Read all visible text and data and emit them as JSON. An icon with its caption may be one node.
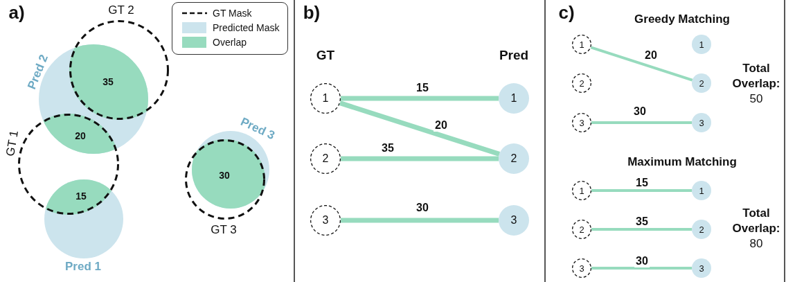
{
  "diagram": {
    "nodes": [
      {
        "text": [
          "GT 2"
        ]
      },
      {
        "text": [
          "Pred 2"
        ]
      },
      {
        "text": [
          "GT 1"
        ]
      },
      {
        "text": [
          "Pred 3"
        ]
      },
      {
        "text": [
          "GT 3"
        ]
      },
      {
        "text": [
          "Pred 1"
        ]
      },
      {
        "text": [
          "1"
        ]
      },
      {
        "text": [
          "1"
        ]
      },
      {
        "text": [
          "2"
        ]
      },
      {
        "text": [
          "2"
        ]
      },
      {
        "text": [
          "3"
        ]
      },
      {
        "text": [
          "3"
        ]
      },
      {
        "text": [
          "1"
        ]
      },
      {
        "text": [
          "1"
        ]
      },
      {
        "text": [
          "2"
        ]
      },
      {
        "text": [
          "2"
        ]
      },
      {
        "text": [
          "3"
        ]
      },
      {
        "text": [
          "3"
        ]
      },
      {
        "text": [
          "1"
        ]
      },
      {
        "text": [
          "1"
        ]
      },
      {
        "text": [
          "2"
        ]
      },
      {
        "text": [
          "2"
        ]
      },
      {
        "text": [
          "3"
        ]
      },
      {
        "text": [
          "3"
        ]
      }
    ],
    "edges": [
      {
        "from": 6,
        "to": 7,
        "arrow": "none",
        "label": "15"
      },
      {
        "from": 6,
        "to": 9,
        "arrow": "none",
        "label": "20"
      },
      {
        "from": 8,
        "to": 9,
        "arrow": "none",
        "label": "35"
      },
      {
        "from": 10,
        "to": 11,
        "arrow": "none",
        "label": "30"
      },
      {
        "from": 12,
        "to": 15,
        "arrow": "none",
        "label": "20"
      },
      {
        "from": 16,
        "to": 17,
        "arrow": "none",
        "label": "30"
      },
      {
        "from": 18,
        "to": 19,
        "arrow": "none",
        "label": "15"
      },
      {
        "from": 20,
        "to": 21,
        "arrow": "none",
        "label": "35"
      },
      {
        "from": 22,
        "to": 23,
        "arrow": "none",
        "label": "30"
      }
    ],
    "labels": [
      "a)",
      "35",
      "20",
      "15",
      "30",
      "b)",
      "GT",
      "Pred",
      "c)",
      "Greedy Matching",
      "**Total Overlap:** 50",
      "Maximum Matching",
      "**Total Overlap:** 80"
    ],
    "legend": [
      {
        "text": "GT Mask"
      },
      {
        "text": "Predicted Mask",
        "color": "#cce4ed"
      },
      {
        "text": "Overlap",
        "color": "#97dbbe"
      }
    ]
  }
}
